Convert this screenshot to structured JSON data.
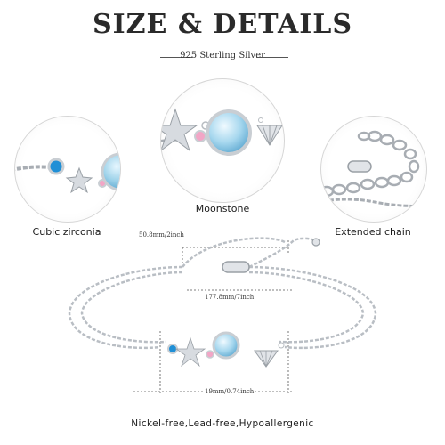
{
  "header": {
    "title": "SIZE & DETAILS",
    "subtitle": "925 Sterling Silver"
  },
  "details": [
    {
      "label": "Cubic zirconia"
    },
    {
      "label": "Moonstone"
    },
    {
      "label": "Extended chain"
    }
  ],
  "measurements": {
    "extension": "50.8mm/2inch",
    "length": "177.8mm/7inch",
    "charm": "19mm/0.74inch"
  },
  "footer": {
    "notes": "Nickel-free,Lead-free,Hypoallergenic"
  },
  "colors": {
    "silver": "#b9bec4",
    "moonstone": "#9fd3ea",
    "blue_zircon": "#1f8fd6",
    "pink_zircon": "#f2a6c6"
  }
}
